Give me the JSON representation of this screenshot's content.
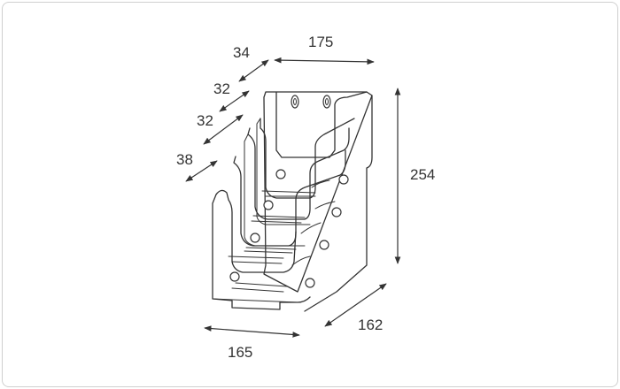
{
  "dimensions": {
    "depth_top": "34",
    "width_top": "175",
    "step_2": "32",
    "step_3": "32",
    "step_4": "38",
    "height": "254",
    "depth_base": "162",
    "width_base": "165"
  },
  "colors": {
    "line": "#333333",
    "frame_border": "#cfcfcf",
    "background": "#ffffff"
  }
}
